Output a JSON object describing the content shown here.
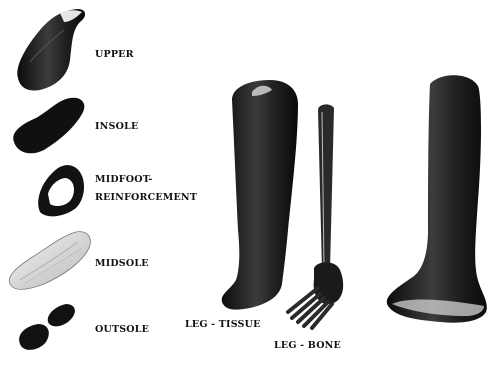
{
  "components": [
    {
      "id": "upper",
      "label": "UPPER"
    },
    {
      "id": "insole",
      "label": "INSOLE"
    },
    {
      "id": "midfoot",
      "label_lines": [
        "MIDFOOT-",
        "REINFORCEMENT"
      ]
    },
    {
      "id": "midsole",
      "label": "MIDSOLE"
    },
    {
      "id": "outsole",
      "label": "OUTSOLE"
    }
  ],
  "legs": [
    {
      "id": "leg-tissue",
      "label": "LEG - TISSUE"
    },
    {
      "id": "leg-bone",
      "label": "LEG - BONE"
    }
  ],
  "colors": {
    "fill_dark": "#1a1a1a",
    "fill_mid": "#3a3a3a",
    "fill_light": "#d8d8d8",
    "ink": "#111111"
  }
}
